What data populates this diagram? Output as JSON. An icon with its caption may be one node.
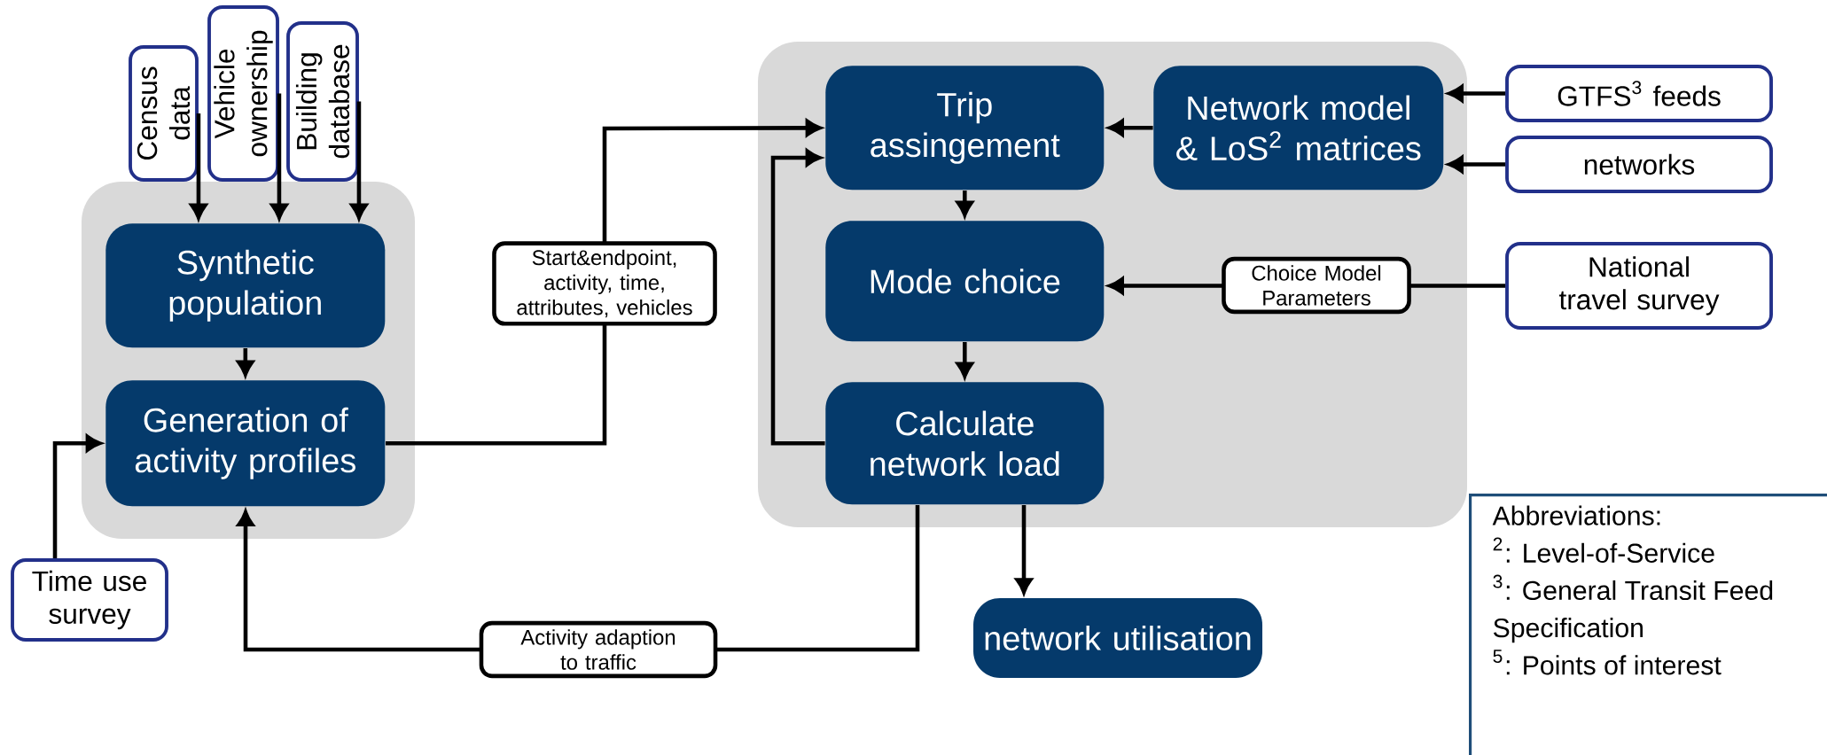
{
  "diagram": {
    "nodes": [
      {
        "text": [],
        "shape": "box"
      },
      {
        "text": [
          "Census data"
        ]
      },
      {
        "text": [
          "Vehicle ownership"
        ]
      },
      {
        "text": [
          "Building database"
        ]
      },
      {
        "text": [
          "Synthetic population"
        ],
        "in": 0
      },
      {
        "text": [
          "Generation of activity profiles"
        ],
        "in": 0
      },
      {
        "text": [
          "Time use survey"
        ]
      },
      {
        "text": [],
        "shape": "box"
      },
      {
        "text": [
          "Trip assingement"
        ],
        "in": 7
      },
      {
        "text": [
          "Network model & LoS$^{2}$ matrices"
        ],
        "in": 7
      },
      {
        "text": [
          "Mode choice"
        ],
        "in": 7
      },
      {
        "text": [
          "Calculate network load"
        ],
        "in": 7
      },
      {
        "text": [
          "GTFS$^{3}$ feeds"
        ]
      },
      {
        "text": [
          "networks"
        ]
      },
      {
        "text": [
          "National travel survey"
        ]
      },
      {
        "text": [
          "network utilisation"
        ]
      },
      {
        "text": [
          "Abbreviations:",
          "$^{2}$: Level-of-Service",
          "$^{3}$: General Transit Feed Specification",
          "$^{5}$: Points of interest"
        ]
      }
    ],
    "edges": [
      {
        "from": 1,
        "to": 4,
        "arrow": "to"
      },
      {
        "from": 2,
        "to": 4,
        "arrow": "to"
      },
      {
        "from": 3,
        "to": 4,
        "arrow": "to"
      },
      {
        "from": 4,
        "to": 5,
        "arrow": "to"
      },
      {
        "from": 6,
        "to": 5,
        "arrow": "to"
      },
      {
        "from": 5,
        "to": 8,
        "arrow": "to",
        "label": "Start&endpoint, activity, time, attributes, vehicles"
      },
      {
        "from": 11,
        "to": 8,
        "arrow": "to"
      },
      {
        "from": 9,
        "to": 8,
        "arrow": "to"
      },
      {
        "from": 8,
        "to": 10,
        "arrow": "to"
      },
      {
        "from": 10,
        "to": 11,
        "arrow": "to"
      },
      {
        "from": 12,
        "to": 9,
        "arrow": "to"
      },
      {
        "from": 13,
        "to": 9,
        "arrow": "to"
      },
      {
        "from": 14,
        "to": 10,
        "arrow": "to",
        "label": "Choice Model Parameters"
      },
      {
        "from": 11,
        "to": 5,
        "arrow": "to",
        "label": "Activity adaption to traffic"
      },
      {
        "from": 11,
        "to": 15,
        "arrow": "to"
      }
    ]
  }
}
